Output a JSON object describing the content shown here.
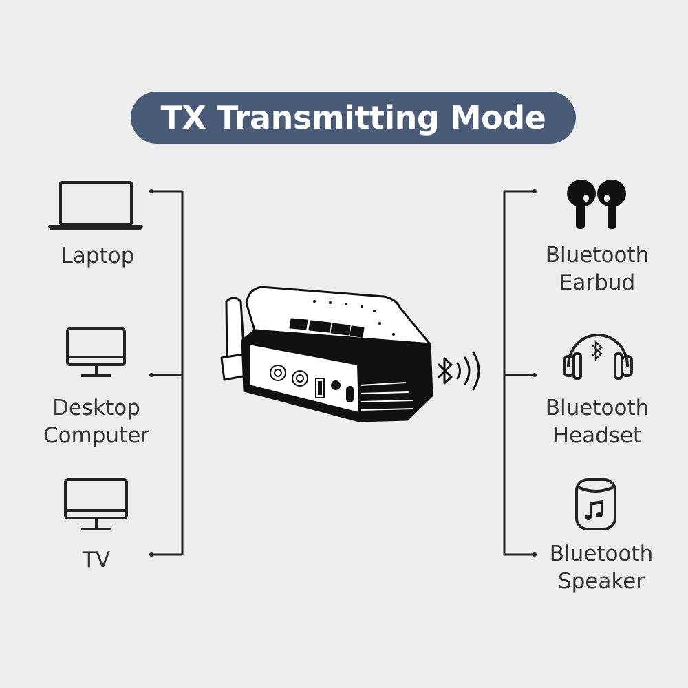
{
  "title": "TX Transmitting Mode",
  "sources": [
    {
      "icon": "laptop-icon",
      "label_lines": [
        "Laptop"
      ]
    },
    {
      "icon": "desktop-monitor-icon",
      "label_lines": [
        "Desktop",
        "Computer"
      ]
    },
    {
      "icon": "tv-icon",
      "label_lines": [
        "TV"
      ]
    }
  ],
  "receivers": [
    {
      "icon": "earbuds-icon",
      "label_lines": [
        "Bluetooth",
        "Earbud"
      ]
    },
    {
      "icon": "headphones-icon",
      "label_lines": [
        "Bluetooth",
        "Headset"
      ]
    },
    {
      "icon": "speaker-icon",
      "label_lines": [
        "Bluetooth",
        "Speaker"
      ]
    }
  ],
  "device": {
    "icon": "bluetooth-transmitter-icon",
    "signal_icon": "bluetooth-signal-icon"
  },
  "colors": {
    "title_bg": "#4a5b78",
    "line": "#222222",
    "background": "#ededed"
  }
}
